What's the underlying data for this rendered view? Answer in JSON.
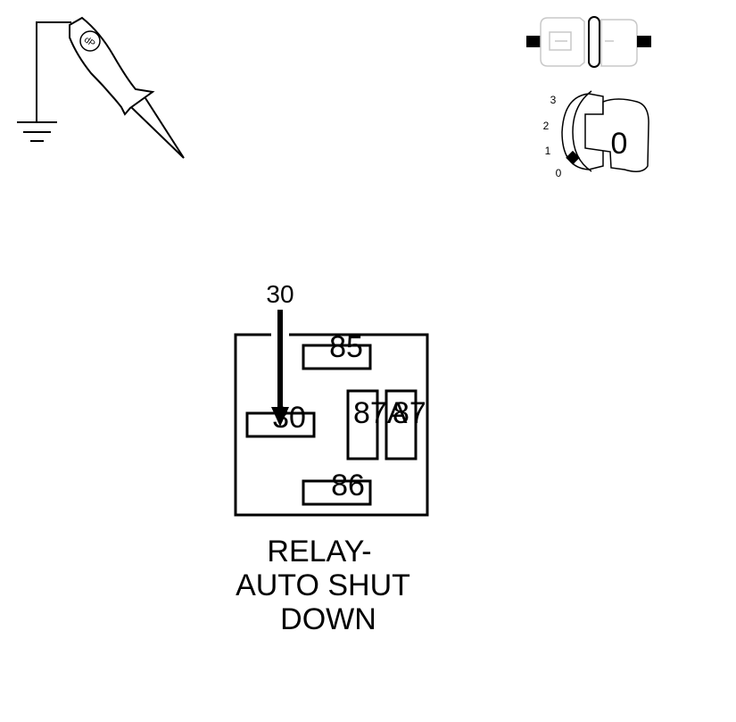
{
  "probe": {
    "logo_text": "dP"
  },
  "ignition": {
    "positions": [
      "3",
      "2",
      "1",
      "0"
    ],
    "key_label": "0"
  },
  "relay": {
    "pin_30_top": "30",
    "pin_85": "85",
    "pin_30": "30",
    "pin_87a": "87A",
    "pin_87": "87",
    "pin_86": "86",
    "title_lines": [
      "RELAY-",
      "AUTO SHUT",
      "DOWN"
    ]
  },
  "colors": {
    "line": "#000000",
    "connector_gray": "#c8c8c8",
    "background": "#ffffff"
  }
}
